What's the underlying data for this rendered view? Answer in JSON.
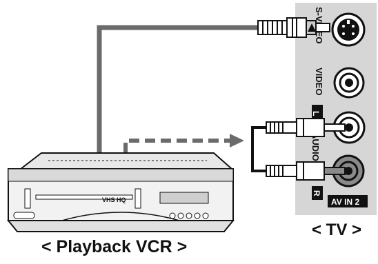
{
  "tv_panel": {
    "jacks": [
      {
        "name": "S-VIDEO",
        "label": "S-VIDEO"
      },
      {
        "name": "VIDEO",
        "label": "VIDEO"
      },
      {
        "name": "AUDIO-L",
        "label": "L"
      },
      {
        "name": "AUDIO-R",
        "label": "R"
      }
    ],
    "audio_label": "AUDIO",
    "input_label": "AV IN 2",
    "panel_color": "#d6d6d6"
  },
  "vcr": {
    "logo": "VHS HQ"
  },
  "captions": {
    "tv": "< TV >",
    "vcr": "< Playback VCR >"
  },
  "connections": [
    {
      "from": "vcr",
      "to": "tv-s-video",
      "style": "solid"
    },
    {
      "from": "vcr",
      "to": "tv-audio",
      "style": "dashed"
    }
  ]
}
